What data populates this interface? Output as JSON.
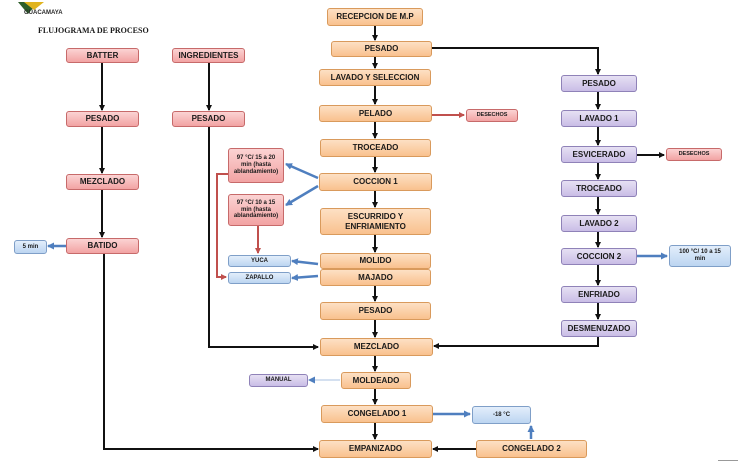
{
  "header": {
    "brand": "GUACAMAYA",
    "title": "FLUJOGRAMA DE PROCESO"
  },
  "nodes": {
    "batter": "BATTER",
    "pesado_batter": "PESADO",
    "mezclado_batter": "MEZCLADO",
    "batido": "BATIDO",
    "time_5min": "5 min",
    "ingredientes": "INGREDIENTES",
    "pesado_ingredientes": "PESADO",
    "recepcion": "RECEPCION DE M.P",
    "pesado_main": "PESADO",
    "lavado_seleccion": "LAVADO Y SELECCION",
    "pelado": "PELADO",
    "desechos_1": "DESECHOS",
    "troceado_main": "TROCEADO",
    "coccion_1": "COCCION 1",
    "cond_1": "97 °C/ 15 a 20 min (hasta ablandamiento)",
    "cond_2": "97 °C/ 10 a 15 min (hasta ablandamiento)",
    "escurrido": "ESCURRIDO Y ENFRIAMIENTO",
    "molido": "MOLIDO",
    "yuca": "YUCA",
    "majado": "MAJADO",
    "zapallo": "ZAPALLO",
    "pesado_main_2": "PESADO",
    "mezclado_main": "MEZCLADO",
    "manual": "MANUAL",
    "moldeado": "MOLDEADO",
    "congelado_1": "CONGELADO 1",
    "temp_freeze": "-18 °C",
    "empanizado": "EMPANIZADO",
    "congelado_2": "CONGELADO 2",
    "pesado_right": "PESADO",
    "lavado_1": "LAVADO 1",
    "esvicerado": "ESVICERADO",
    "desechos_2": "DESECHOS",
    "troceado_right": "TROCEADO",
    "lavado_2": "LAVADO 2",
    "coccion_2": "COCCION 2",
    "cond_3": "100 °C/ 10 a 15 min",
    "enfriado": "ENFRIADO",
    "desmenuzado": "DESMENUZADO"
  },
  "colors": {
    "process": "#f9c18e",
    "input": "#f2a3a3",
    "fish": "#c9bde6",
    "parameter": "#bcd5f1",
    "arrow_main": "#111111",
    "arrow_param": "#4f7fbf",
    "arrow_waste": "#c0504d"
  }
}
